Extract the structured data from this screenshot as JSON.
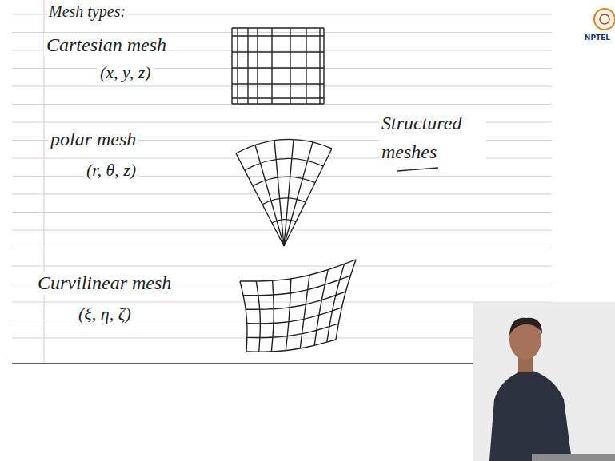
{
  "diagram": {
    "title": "Mesh types:",
    "labels": [
      "Cartesian mesh",
      "(x, y, z)",
      "polar mesh",
      "(r, θ, z)",
      "Curvilinear mesh",
      "(ξ, η, ζ)",
      "Structured meshes",
      "NPTEL"
    ]
  }
}
